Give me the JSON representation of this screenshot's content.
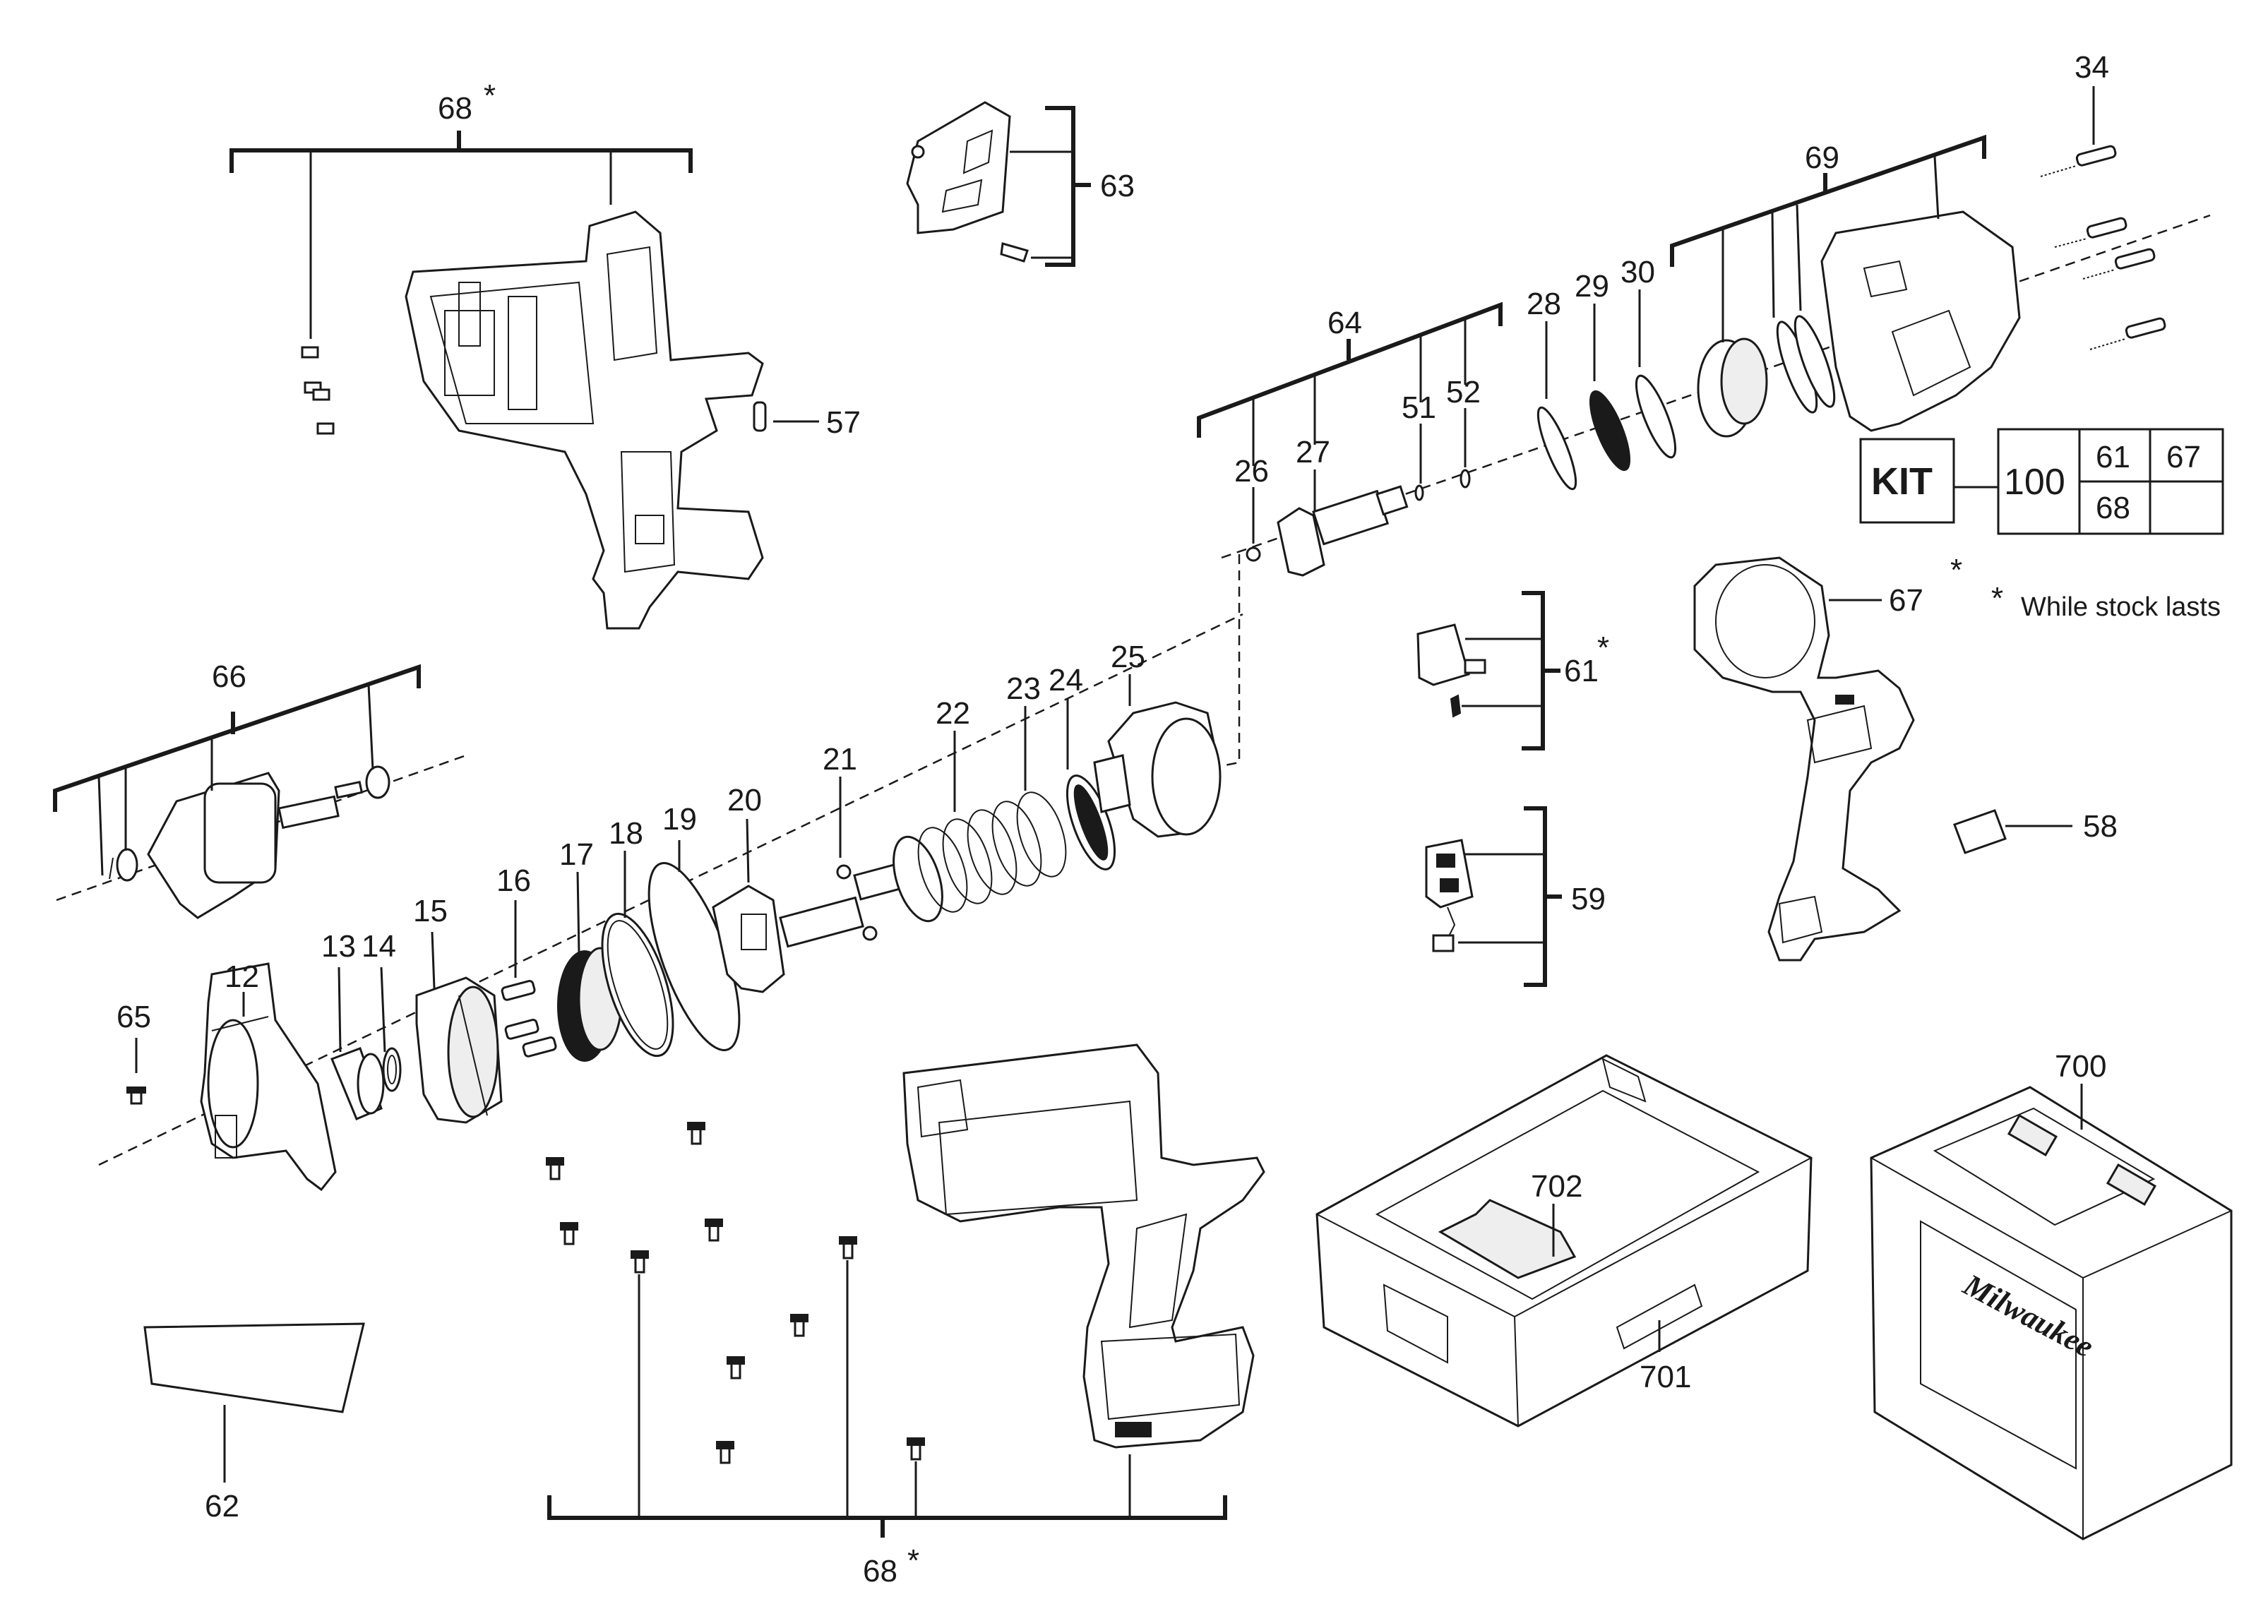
{
  "callouts": {
    "c12": "12",
    "c13": "13",
    "c14": "14",
    "c15": "15",
    "c16": "16",
    "c17": "17",
    "c18": "18",
    "c19": "19",
    "c20": "20",
    "c21": "21",
    "c22": "22",
    "c23": "23",
    "c24": "24",
    "c25": "25",
    "c26": "26",
    "c27": "27",
    "c28": "28",
    "c29": "29",
    "c30": "30",
    "c34": "34",
    "c51": "51",
    "c52": "52",
    "c57": "57",
    "c58": "58",
    "c59": "59",
    "c61": "61",
    "c62": "62",
    "c63": "63",
    "c64": "64",
    "c65": "65",
    "c66": "66",
    "c67": "67",
    "c68_top": "68",
    "c68_bottom": "68",
    "c69": "69",
    "c700": "700",
    "c701": "701",
    "c702": "702"
  },
  "asterisk": "*",
  "note": {
    "symbol": "*",
    "text": "While stock lasts"
  },
  "kit": {
    "label": "KIT",
    "number": "100",
    "items": [
      "61",
      "67",
      "68"
    ]
  },
  "case_brand": "Milwaukee"
}
